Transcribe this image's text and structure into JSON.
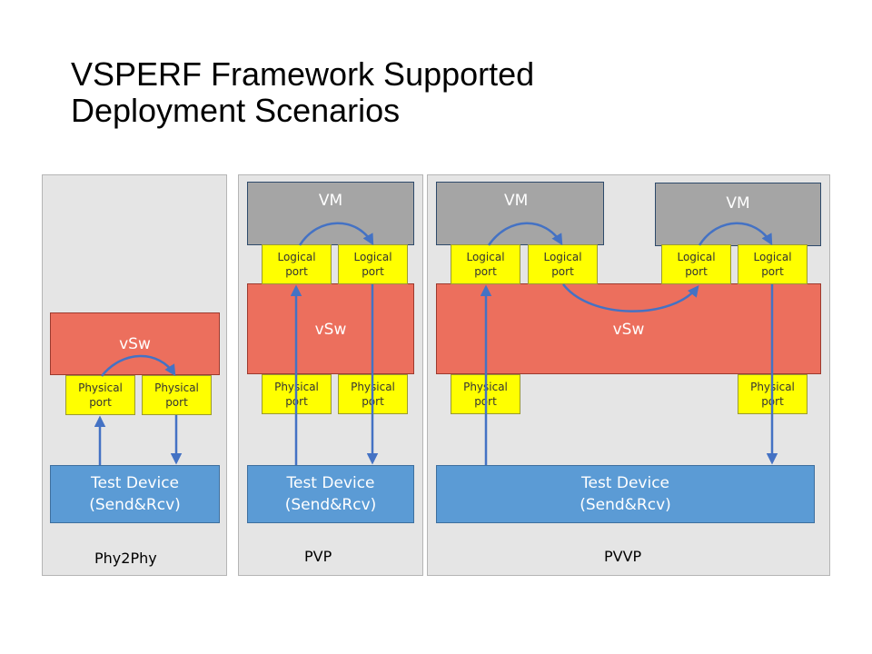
{
  "title": {
    "line1": "VSPERF Framework Supported",
    "line2": "Deployment Scenarios"
  },
  "labels": {
    "vm": "VM",
    "vsw": "vSw",
    "logical_port": {
      "line1": "Logical",
      "line2": "port"
    },
    "physical_port": {
      "line1": "Physical",
      "line2": "port"
    },
    "test_device": {
      "line1": "Test Device",
      "line2": "(Send&Rcv)"
    }
  },
  "scenarios": [
    {
      "label": "Phy2Phy"
    },
    {
      "label": "PVP"
    },
    {
      "label": "PVVP"
    }
  ],
  "colors": {
    "panel": "#e5e5e5",
    "vm": "#a5a5a5",
    "vsw": "#ec6f5d",
    "port": "#ffff00",
    "test_device": "#5b9bd5",
    "arrow": "#4472c4"
  }
}
